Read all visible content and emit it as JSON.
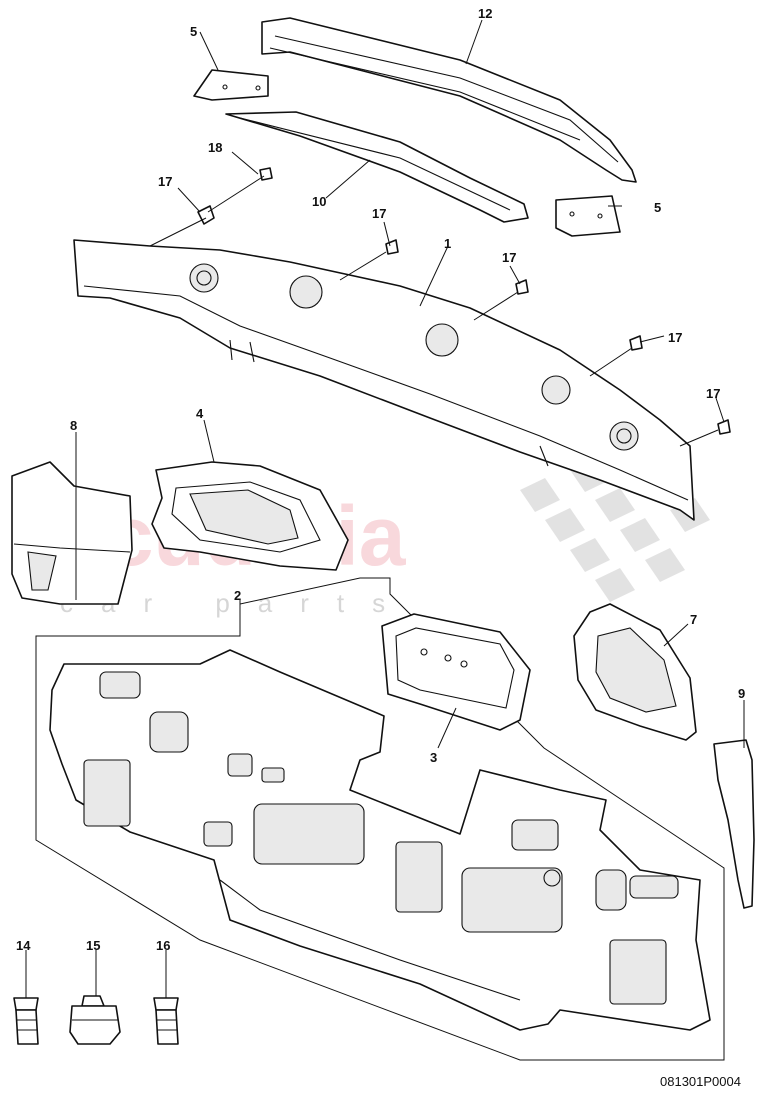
{
  "diagram": {
    "reference": "081301P0004",
    "watermark": {
      "brand": "scuderia",
      "tagline": "car parts"
    },
    "callouts": {
      "c1": "1",
      "c2": "2",
      "c3": "3",
      "c4": "4",
      "c5a": "5",
      "c5b": "5",
      "c7": "7",
      "c8": "8",
      "c9": "9",
      "c10": "10",
      "c12": "12",
      "c14": "14",
      "c15": "15",
      "c16": "16",
      "c17a": "17",
      "c17b": "17",
      "c17c": "17",
      "c17d": "17",
      "c17e": "17",
      "c18": "18"
    }
  }
}
